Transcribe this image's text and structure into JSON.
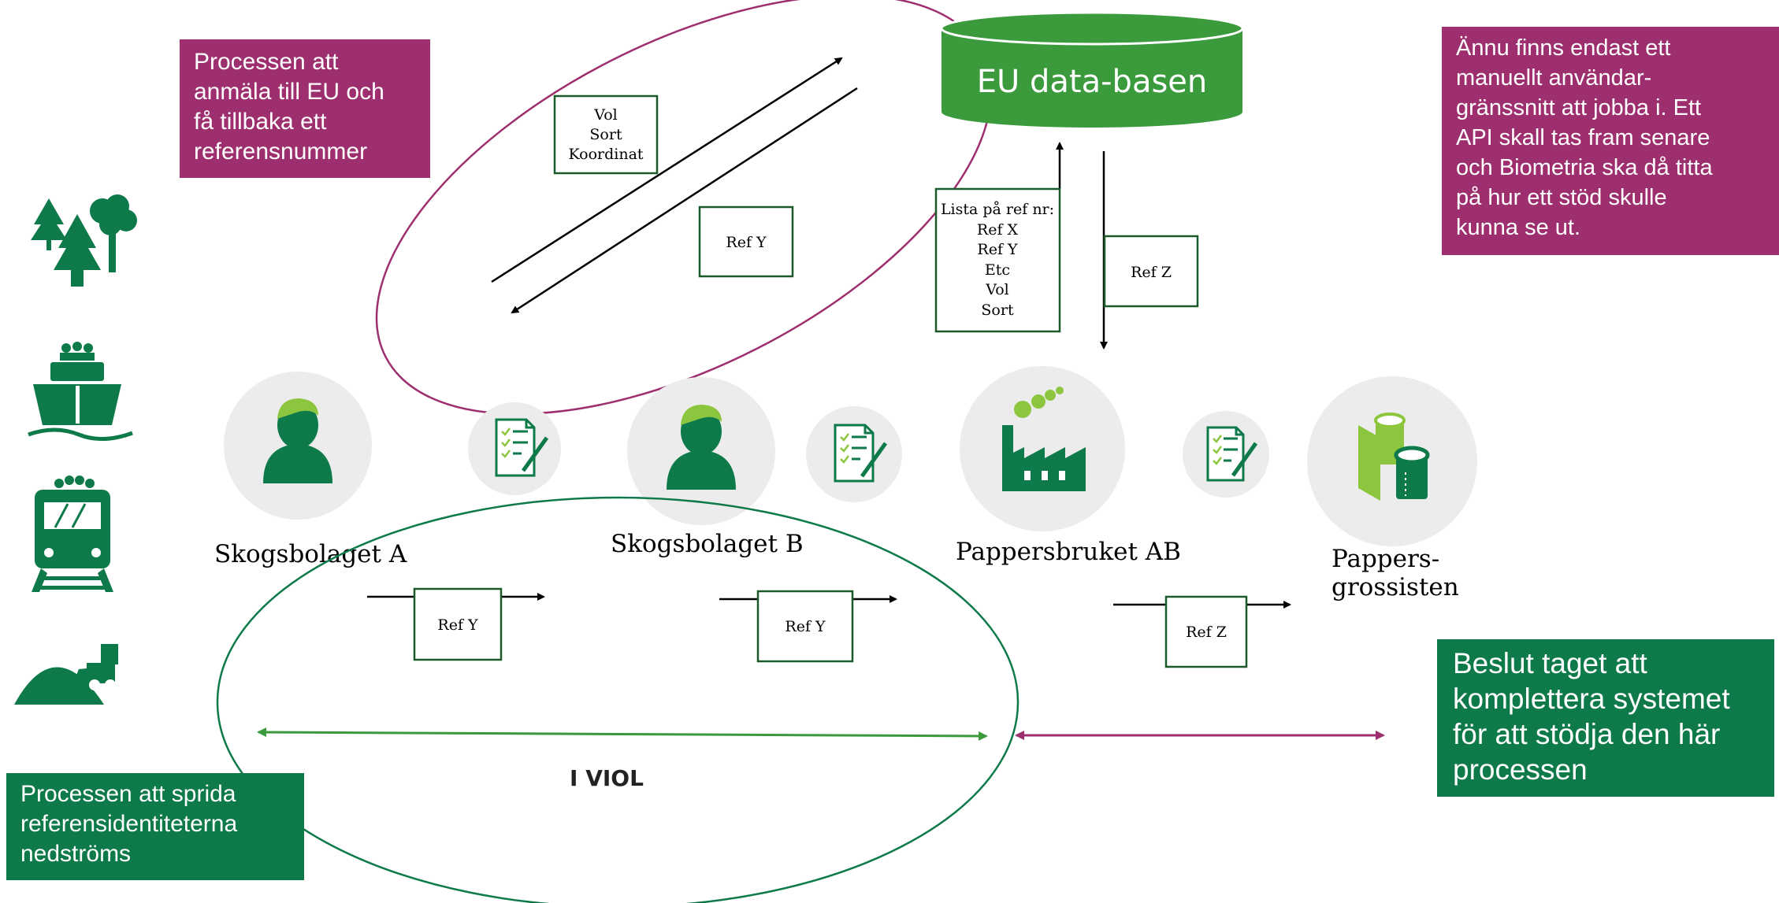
{
  "callouts": {
    "eu_process": "Processen att\nanmäla till EU och\nfå tillbaka ett\nreferensnummer",
    "manual_ui": "Ännu finns endast ett\nmanuellt användar-\ngränssnitt att jobba i. Ett\nAPI skall tas fram senare\noch Biometria ska då titta\npå hur ett stöd skulle\nkunna se ut.",
    "spread_process": "Processen att sprida\nreferensidentiteterna\nnedströms",
    "decision": "Beslut taget att\nkomplettera systemet\nför att stödja den här\nprocessen"
  },
  "database": {
    "label": "EU data-basen"
  },
  "boxes": {
    "vol_sort_koordinat": [
      "Vol",
      "Sort",
      "Koordinat"
    ],
    "ref_y_top": "Ref Y",
    "ref_list": [
      "Lista på ref nr:",
      "Ref X",
      "Ref Y",
      "Etc",
      "Vol",
      "Sort"
    ],
    "ref_z_top": "Ref Z",
    "ref_y_a": "Ref Y",
    "ref_y_b": "Ref Y",
    "ref_z_bottom": "Ref Z"
  },
  "actors": {
    "skogsbolaget_a": "Skogsbolaget A",
    "skogsbolaget_b": "Skogsbolaget B",
    "pappersbruket": "Pappersbruket AB",
    "grossist_line1": "Pappers-",
    "grossist_line2": "grossisten"
  },
  "viol_label": "I VIOL",
  "colors": {
    "dark_green": "#0e7a4a",
    "mid_green": "#3a9a3c",
    "light_green": "#8cc63f",
    "magenta": "#9e2f6f",
    "circle_gray": "#ececec",
    "box_border": "#1d5a2a"
  },
  "icons": [
    "trees-icon",
    "ship-icon",
    "train-icon",
    "pile-loader-icon",
    "person-icon",
    "document-sign-icon",
    "factory-icon",
    "paper-rolls-icon",
    "database-icon"
  ]
}
